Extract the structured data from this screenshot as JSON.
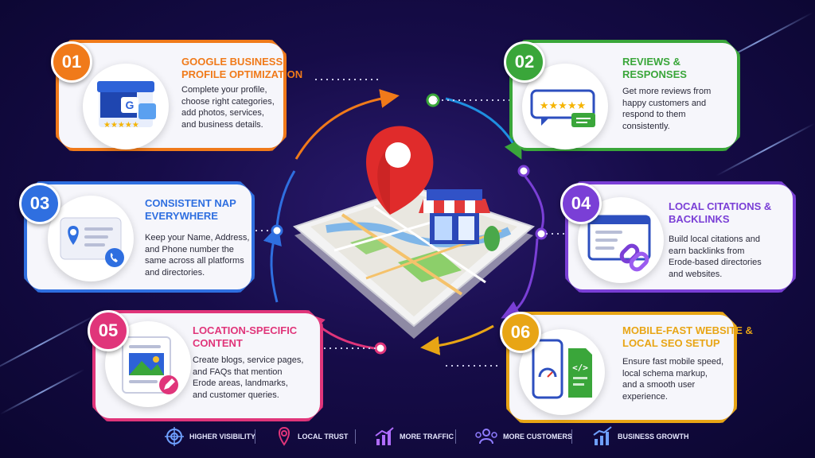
{
  "steps": [
    {
      "num": "01",
      "title_1": "GOOGLE BUSINESS",
      "title_2": "PROFILE OPTIMIZATION",
      "lines": [
        "Complete your profile,",
        "choose right categories,",
        "add photos, services,",
        "and business details."
      ],
      "color": "#f07a1a"
    },
    {
      "num": "02",
      "title_1": "REVIEWS &",
      "title_2": "RESPONSES",
      "lines": [
        "Get more reviews from",
        "happy customers and",
        "respond to them",
        "consistently."
      ],
      "color": "#3aa63a"
    },
    {
      "num": "03",
      "title_1": "CONSISTENT NAP",
      "title_2": "EVERYWHERE",
      "lines": [
        "Keep your Name, Address,",
        "and Phone number the",
        "same across all platforms",
        "and directories."
      ],
      "color": "#2f6fe0"
    },
    {
      "num": "04",
      "title_1": "LOCAL CITATIONS &",
      "title_2": "BACKLINKS",
      "lines": [
        "Build local citations and",
        "earn backlinks from",
        "Erode-based directories",
        "and websites."
      ],
      "color": "#7a3fd6"
    },
    {
      "num": "05",
      "title_1": "LOCATION-SPECIFIC",
      "title_2": "CONTENT",
      "lines": [
        "Create blogs, service pages,",
        "and FAQs that mention",
        "Erode areas, landmarks,",
        "and customer queries."
      ],
      "color": "#e0357a"
    },
    {
      "num": "06",
      "title_1": "MOBILE-FAST WEBSITE &",
      "title_2": "LOCAL SEO SETUP",
      "lines": [
        "Ensure fast mobile speed,",
        "local schema markup,",
        "and a smooth user",
        "experience."
      ],
      "color": "#e8a515"
    }
  ],
  "icons": {
    "step1": "storefront-icon",
    "step2": "review-bubble-icon",
    "step3": "contact-card-icon",
    "step4": "browser-link-icon",
    "step5": "document-image-icon",
    "step6": "phone-code-icon",
    "center": "map-pin-store-icon"
  },
  "gbp_letter": "G",
  "stars": "★★★★★",
  "code_glyph": "</>",
  "benefits": [
    {
      "label": "HIGHER VISIBILITY",
      "icon": "target-icon"
    },
    {
      "label": "LOCAL TRUST",
      "icon": "location-pin-icon"
    },
    {
      "label": "MORE TRAFFIC",
      "icon": "bar-growth-icon"
    },
    {
      "label": "MORE CUSTOMERS",
      "icon": "customers-icon"
    },
    {
      "label": "BUSINESS GROWTH",
      "icon": "growth-chart-icon"
    }
  ]
}
